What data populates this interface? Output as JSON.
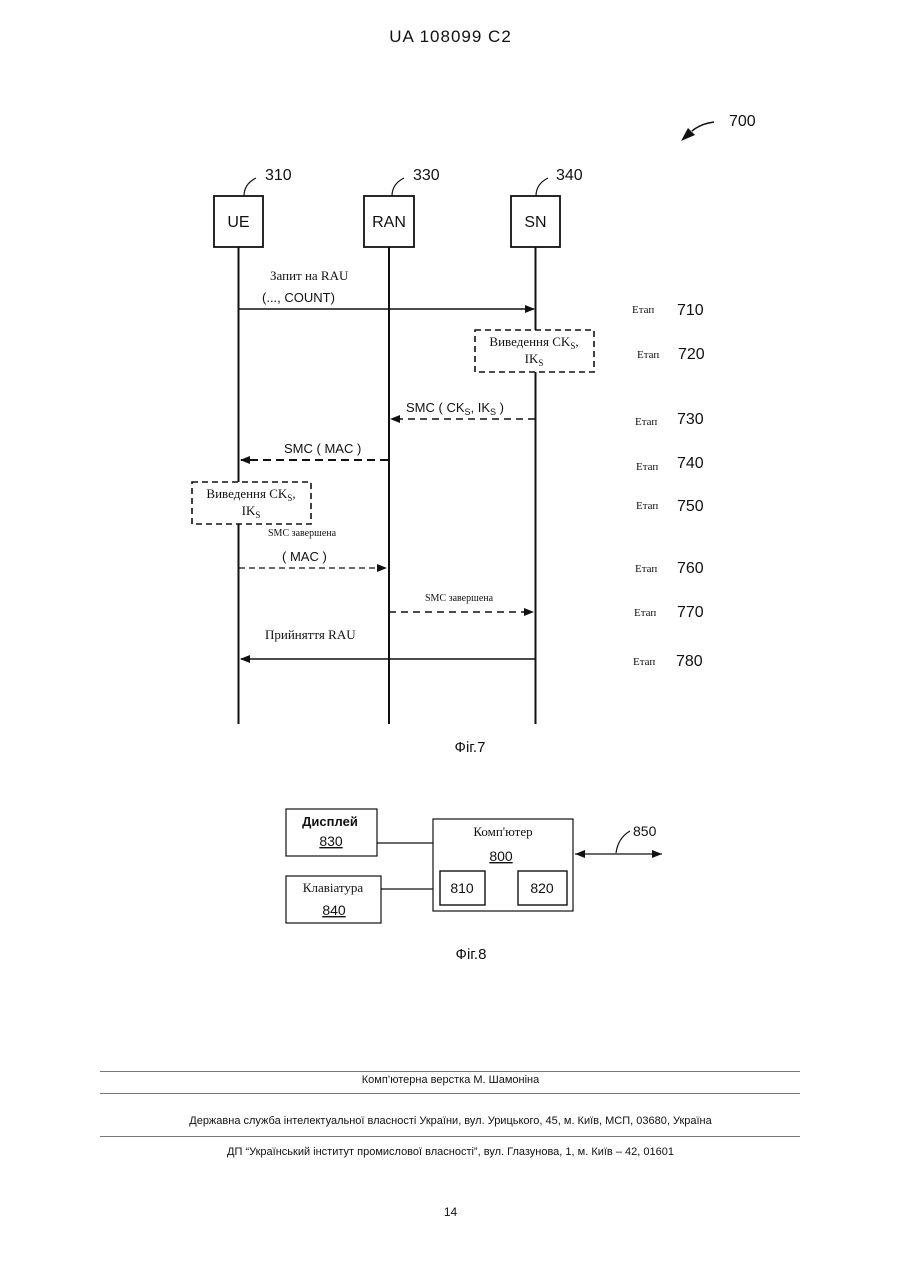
{
  "header": {
    "patent_id": "UA   108099   C2"
  },
  "fig7": {
    "ref": "700",
    "caption": "Фіг.7",
    "entities": [
      {
        "label": "UE",
        "ref": "310"
      },
      {
        "label": "RAN",
        "ref": "330"
      },
      {
        "label": "SN",
        "ref": "340"
      }
    ],
    "messages": {
      "m710_line1": "Запит на RAU",
      "m710_line2": "(..., COUNT)",
      "box720_line1": "Виведення CK",
      "box720_line1_sub": "S",
      "box720_line1_tail": ",",
      "box720_line2": "IK",
      "box720_line2_sub": "S",
      "m730_a": "SMC ( CK",
      "m730_sub1": "S",
      "m730_b": ", IK",
      "m730_sub2": "S",
      "m730_c": " )",
      "m740": "SMC ( MAC )",
      "box750_line1": "Виведення CK",
      "box750_line1_sub": "S",
      "box750_line1_tail": ",",
      "box750_line2": "IK",
      "box750_line2_sub": "S",
      "m760_line1": "SMC завершена",
      "m760_line2": "( MAC )",
      "m770": "SMC завершена",
      "m780": "Прийняття RAU"
    },
    "steps": [
      {
        "label": "Етап",
        "num": "710"
      },
      {
        "label": "Етап",
        "num": "720"
      },
      {
        "label": "Етап",
        "num": "730"
      },
      {
        "label": "Етап",
        "num": "740"
      },
      {
        "label": "Етап",
        "num": "750"
      },
      {
        "label": "Етап",
        "num": "760"
      },
      {
        "label": "Етап",
        "num": "770"
      },
      {
        "label": "Етап",
        "num": "780"
      }
    ]
  },
  "fig8": {
    "caption": "Фіг.8",
    "display": {
      "label": "Дисплей",
      "ref": "830"
    },
    "keyboard": {
      "label": "Клавіатура",
      "ref": "840"
    },
    "computer": {
      "label": "Комп'ютер",
      "ref": "800",
      "sub1": "810",
      "sub2": "820"
    },
    "network_ref": "850"
  },
  "footer": {
    "typesetting": "Комп’ютерна верстка М. Шамоніна",
    "agency": "Державна служба інтелектуальної власності України, вул. Урицького, 45, м. Київ, МСП, 03680, Україна",
    "institute": "ДП “Український інститут промислової власності”, вул. Глазунова, 1, м. Київ – 42, 01601"
  },
  "page_number": "14"
}
